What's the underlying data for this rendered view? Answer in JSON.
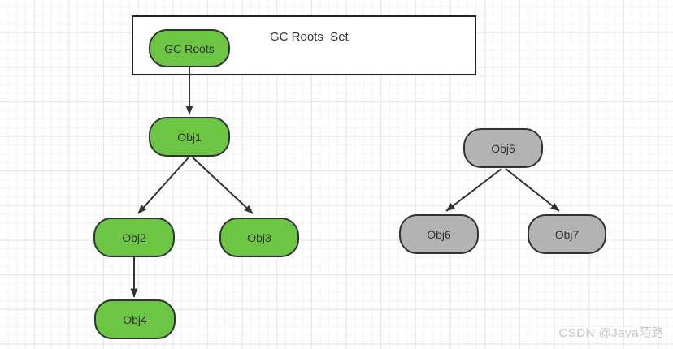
{
  "box": {
    "title": "GC Roots  Set"
  },
  "nodes": {
    "gc_roots": {
      "label": "GC Roots",
      "fill": "green"
    },
    "obj1": {
      "label": "Obj1",
      "fill": "green"
    },
    "obj2": {
      "label": "Obj2",
      "fill": "green"
    },
    "obj3": {
      "label": "Obj3",
      "fill": "green"
    },
    "obj4": {
      "label": "Obj4",
      "fill": "green"
    },
    "obj5": {
      "label": "Obj5",
      "fill": "gray"
    },
    "obj6": {
      "label": "Obj6",
      "fill": "gray"
    },
    "obj7": {
      "label": "Obj7",
      "fill": "gray"
    }
  },
  "edges": [
    {
      "from": "gc_roots",
      "to": "obj1"
    },
    {
      "from": "obj1",
      "to": "obj2"
    },
    {
      "from": "obj1",
      "to": "obj3"
    },
    {
      "from": "obj2",
      "to": "obj4"
    },
    {
      "from": "obj5",
      "to": "obj6"
    },
    {
      "from": "obj5",
      "to": "obj7"
    }
  ],
  "colors": {
    "reachable_fill": "#6cc644",
    "unreachable_fill": "#b3b3b3",
    "stroke": "#2d3436",
    "text": "#333333",
    "grid_minor": "#f2f2f2",
    "grid_major": "#e6e6e6"
  },
  "watermark": {
    "text": "CSDN @Java陌路"
  }
}
